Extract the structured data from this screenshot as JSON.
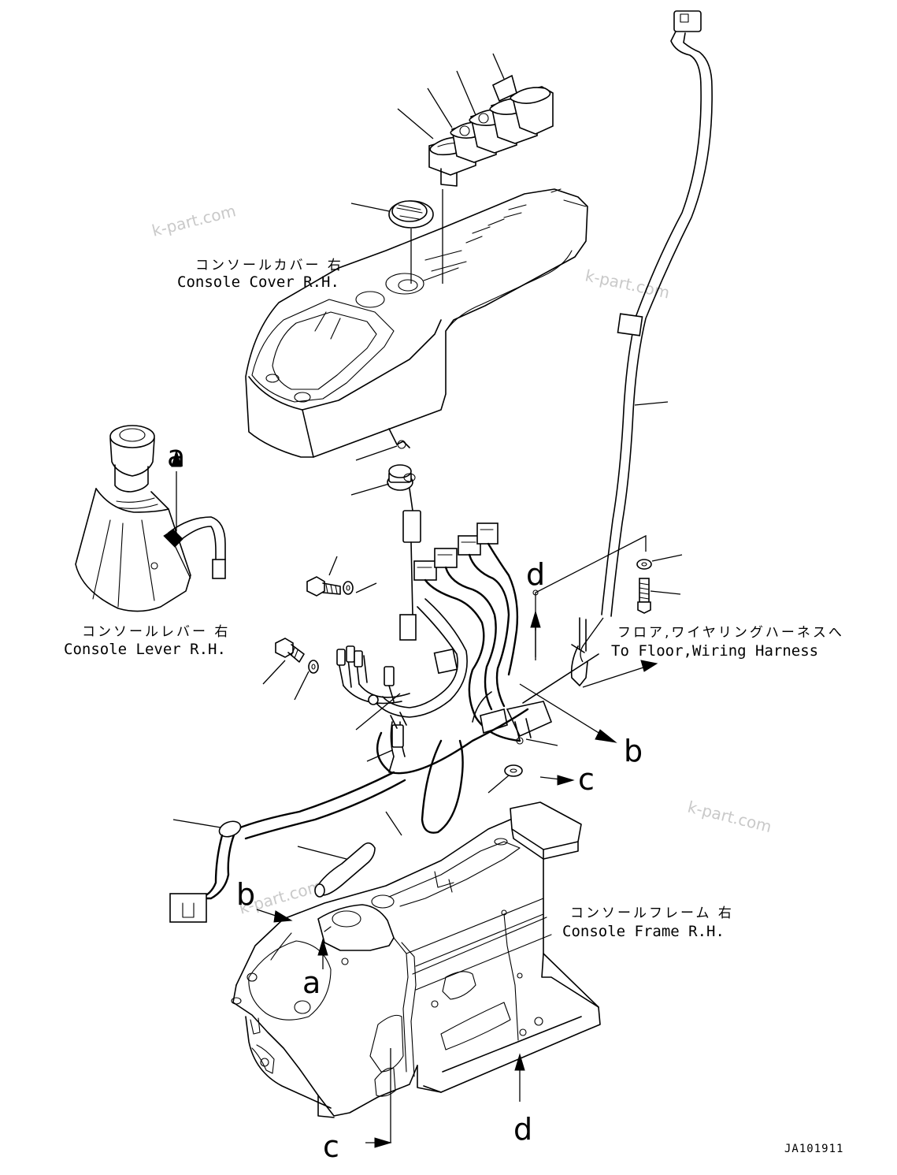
{
  "labels": {
    "console_cover_jp": "コンソールカバー 右",
    "console_cover_en": "Console Cover R.H.",
    "console_lever_jp": "コンソールレバー 右",
    "console_lever_en": "Console Lever R.H.",
    "to_floor_jp": "フロア,ワイヤリングハーネスへ",
    "to_floor_en": "To Floor,Wiring Harness",
    "console_frame_jp": "コンソールフレーム 右",
    "console_frame_en": "Console Frame R.H."
  },
  "reference_letters": {
    "a_top": "a",
    "a_bottom": "a",
    "b_right": "b",
    "b_left": "b",
    "c_right": "c",
    "c_bottom": "c",
    "d_top": "d",
    "d_bottom": "d"
  },
  "watermarks": [
    "k-part.com",
    "k-part.com",
    "k-part.com",
    "k-part.com"
  ],
  "drawing_code": "JA101911"
}
